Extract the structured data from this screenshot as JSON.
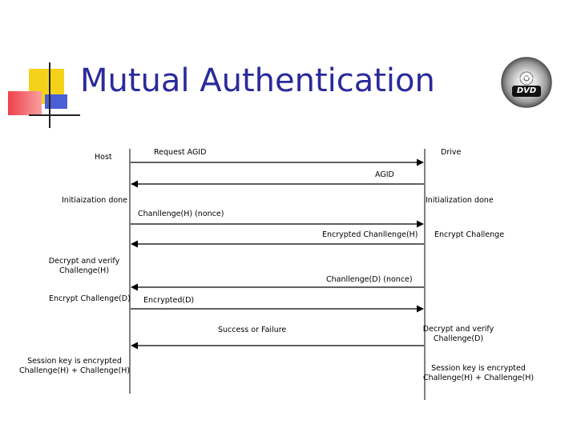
{
  "title": "Mutual Authentication",
  "participants": {
    "host": "Host",
    "drive": "Drive"
  },
  "messages": [
    {
      "label": "Request AGID",
      "direction": "to-drive"
    },
    {
      "label": "AGID",
      "direction": "to-host"
    },
    {
      "label": "Chanllenge(H) (nonce)",
      "direction": "to-drive"
    },
    {
      "label": "Encrypted Chanllenge(H)",
      "direction": "to-host"
    },
    {
      "label": "Chanllenge(D) (nonce)",
      "direction": "to-host"
    },
    {
      "label": "Encrypted(D)",
      "direction": "to-drive"
    },
    {
      "label": "Success or Failure",
      "direction": "to-host"
    }
  ],
  "host_notes": {
    "init": "Initiaization done",
    "decrypt": [
      "Decrypt and verify",
      "Challenge(H)"
    ],
    "encrypt": "Encrypt Challenge(D)",
    "session": [
      "Session key is encrypted",
      "Challenge(H) + Challenge(H)"
    ]
  },
  "drive_notes": {
    "init": "Initialization done",
    "encrypt": "Encrypt Challenge",
    "decrypt": [
      "Decrypt and verify",
      "Challenge(D)"
    ],
    "session": [
      "Session key is encrypted",
      "Challenge(H) + Challenge(H)"
    ]
  },
  "logo": {
    "icon": "dvd-disc-icon",
    "text": "DVD"
  },
  "colors": {
    "title": "#2a2a9c",
    "square_yellow": "#f5d21a",
    "square_red": "#f0404a",
    "square_blue": "#4a5ed6"
  }
}
